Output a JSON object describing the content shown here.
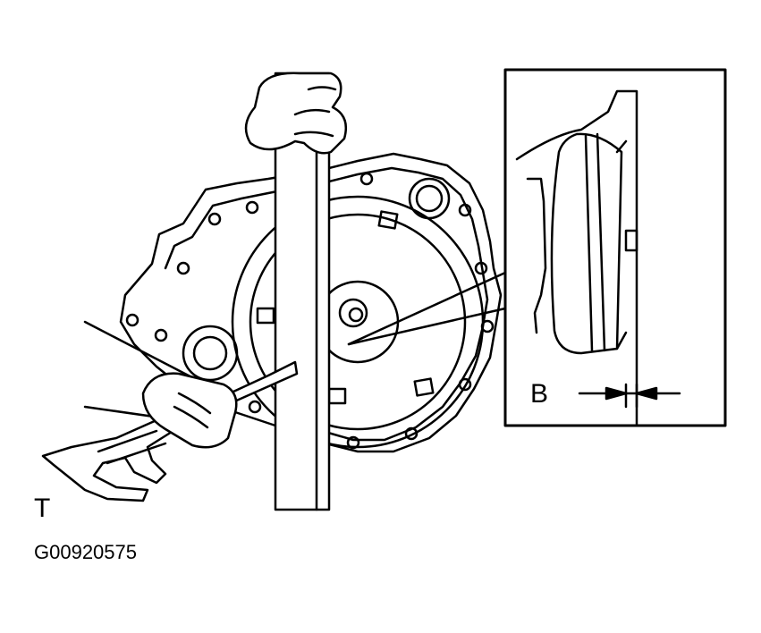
{
  "figure": {
    "id_text": "G00920575",
    "label_t": "T",
    "label_b": "B"
  },
  "colors": {
    "ink": "#000000",
    "paper": "#ffffff"
  }
}
